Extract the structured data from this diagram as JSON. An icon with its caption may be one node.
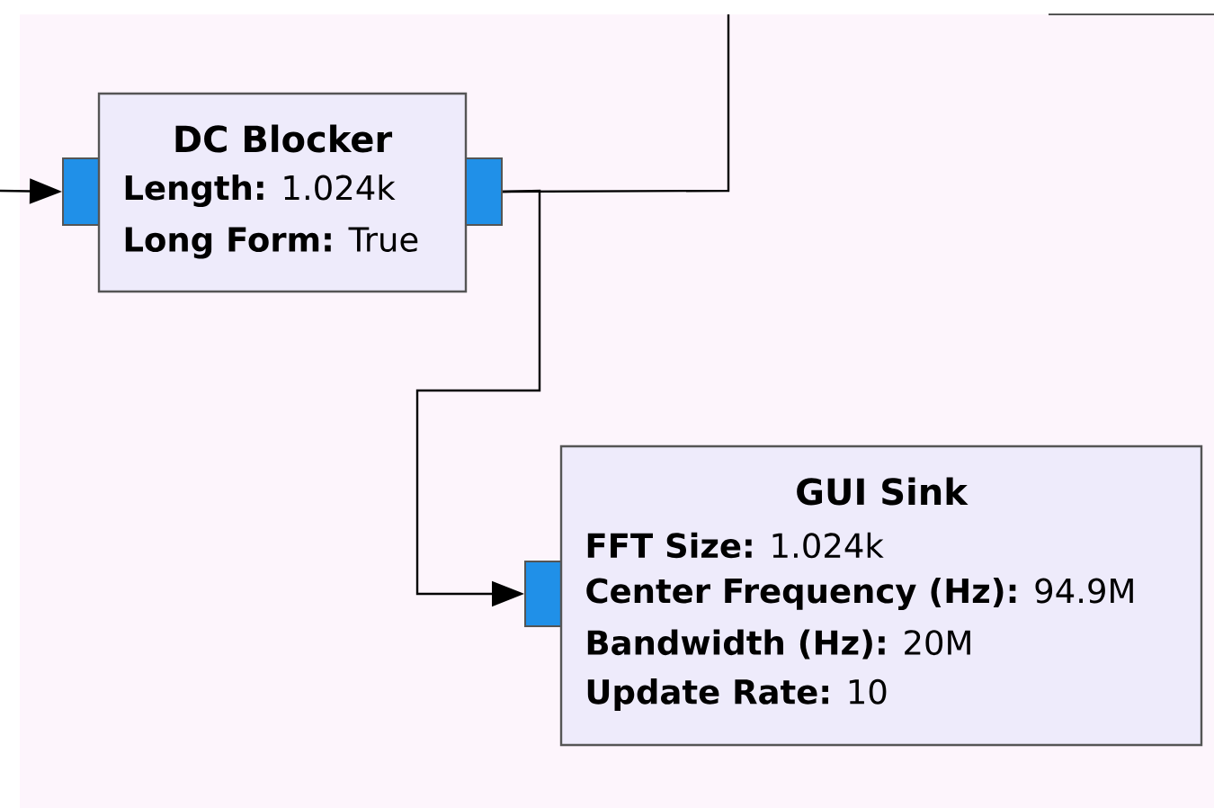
{
  "diagram": {
    "nodes": [
      {
        "text": [],
        "shape": "box"
      },
      {
        "text": [
          "DC Blocker",
          "**Length:** 1.024k",
          "**Long Form:** True"
        ]
      },
      {
        "text": [],
        "shape": "box"
      },
      {
        "text": [],
        "shape": "box"
      },
      {
        "text": [
          "GUI Sink",
          "**FFT Size:** 1.024k",
          "**Center Frequency (Hz):** 94.9M",
          "**Bandwidth (Hz):** 20M",
          "**Update Rate:** 10"
        ]
      }
    ],
    "edges": [
      {
        "from": null,
        "to": 0,
        "arrow": "to"
      },
      {
        "from": 2,
        "to": null,
        "arrow": "none"
      },
      {
        "from": 2,
        "to": 3,
        "arrow": "to"
      }
    ]
  }
}
